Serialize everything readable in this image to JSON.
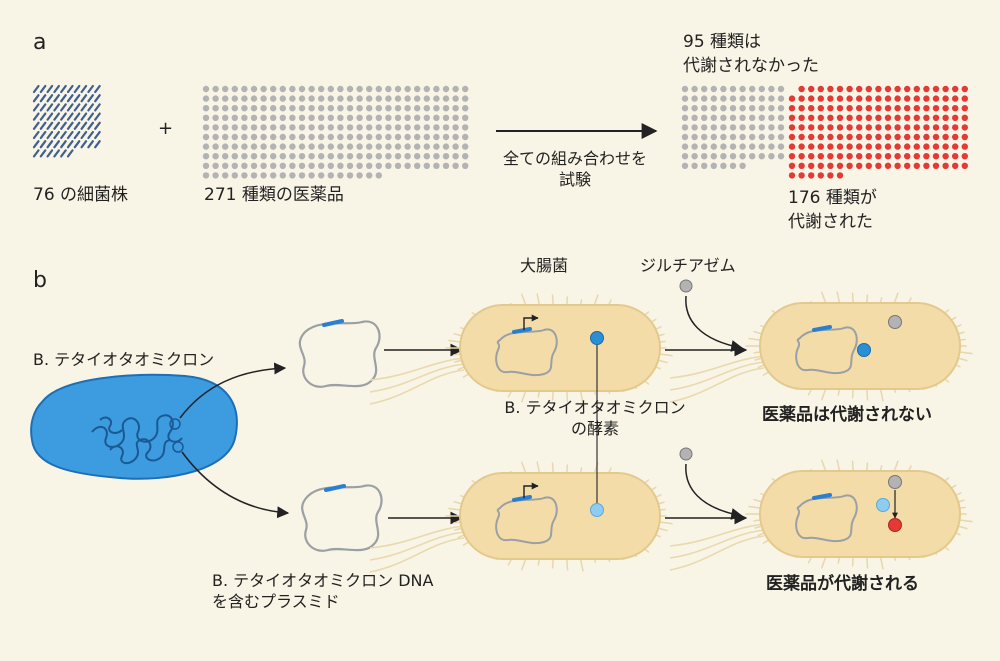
{
  "panel_a": {
    "letter": "a",
    "bacteria_label": "76 の細菌株",
    "plus": "+",
    "drugs_label": "271 種類の医薬品",
    "arrow_label_line1": "全ての組み合わせを",
    "arrow_label_line2": "試験",
    "not_metabolized_line1": "95 種類は",
    "not_metabolized_line2": "代謝されなかった",
    "metabolized_line1": "176 種類が",
    "metabolized_line2": "代謝された",
    "counts": {
      "bacteria": 76,
      "drugs": 271,
      "not_metabolized": 95,
      "metabolized": 176
    },
    "colors": {
      "bacteria": "#3f5f8f",
      "drug": "#b3b3b3",
      "metabolized": "#e53935"
    }
  },
  "panel_b": {
    "letter": "b",
    "ecoli_label": "大腸菌",
    "drug_label": "ジルチアゼム",
    "source_label": "B. テタイオタオミクロン",
    "enzyme_label_line1": "B. テタイオタオミクロン",
    "enzyme_label_line2": "の酵素",
    "result_top": "医薬品は代謝されない",
    "plasmid_label_line1": "B. テタイオタオミクロン DNA",
    "plasmid_label_line2": "を含むプラスミド",
    "result_bottom": "医薬品が代謝される",
    "colors": {
      "source_cell": "#3d9be0",
      "host_cell": "#f3dca8",
      "enzyme": "#2b8fd6",
      "enzyme_light": "#8ecdf0",
      "drug": "#b3b3b3",
      "product": "#e53935"
    }
  }
}
